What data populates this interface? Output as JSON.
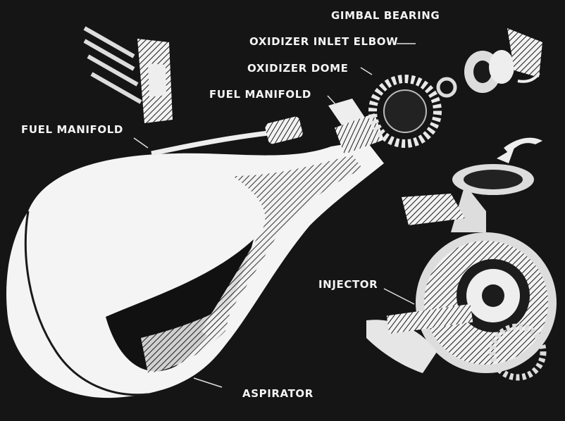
{
  "labels": {
    "gimbal_bearing": "GIMBAL BEARING",
    "oxidizer_inlet_elbow": "OXIDIZER INLET ELBOW",
    "oxidizer_dome": "OXIDIZER DOME",
    "fuel_manifold_upper": "FUEL MANIFOLD",
    "fuel_manifold_left": "FUEL MANIFOLD",
    "injector": "INJECTOR",
    "aspirator": "ASPIRATOR"
  },
  "colors": {
    "background": "#141414",
    "ink": "#f4f4f4"
  }
}
